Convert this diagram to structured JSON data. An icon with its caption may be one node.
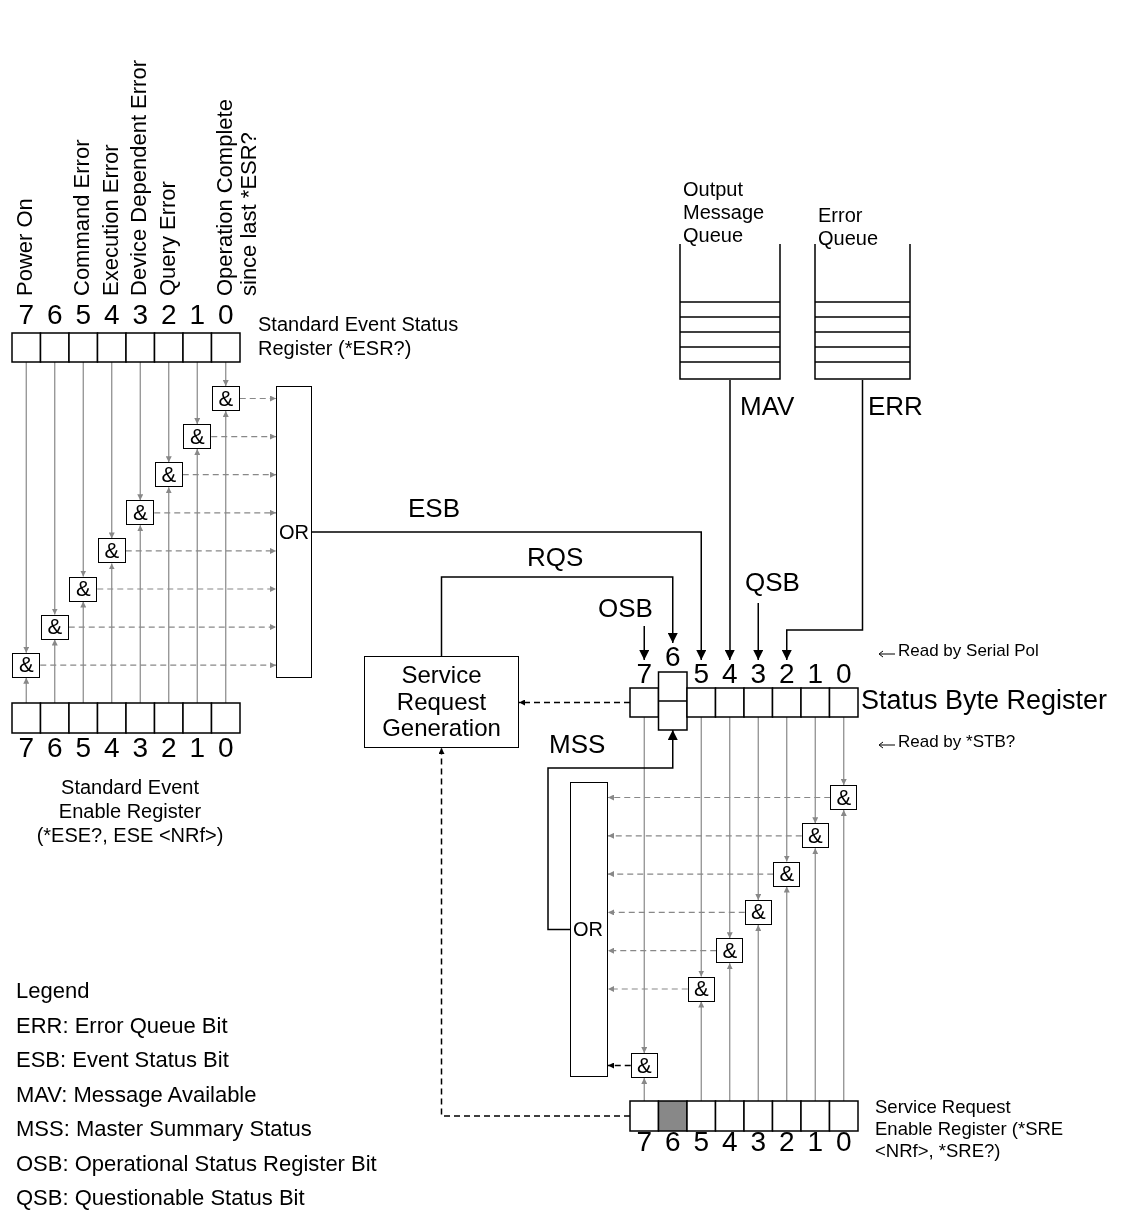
{
  "diagram": {
    "nodes": [
      {
        "text": [
          "Standard Event Status Register (*ESR?)"
        ]
      },
      {
        "text": [
          "Standard Event Enable Register (*ESE?, ESE <NRf>)"
        ]
      },
      {
        "text": [
          "&"
        ]
      },
      {
        "text": [
          "&"
        ]
      },
      {
        "text": [
          "&"
        ]
      },
      {
        "text": [
          "&"
        ]
      },
      {
        "text": [
          "&"
        ]
      },
      {
        "text": [
          "&"
        ]
      },
      {
        "text": [
          "&"
        ]
      },
      {
        "text": [
          "&"
        ]
      },
      {
        "text": [
          "OR"
        ]
      },
      {
        "text": [
          "Output Message Queue"
        ]
      },
      {
        "text": [
          "Error Queue"
        ]
      },
      {
        "text": [
          "Status Byte Register"
        ],
        "beside": [
          "Read by Serial Pol",
          "Read by *STB?"
        ]
      },
      {
        "text": [
          "Service Request Generation"
        ]
      },
      {
        "text": [
          "Service Request Enable Register (*SRE <NRf>, *SRE?)"
        ]
      },
      {
        "text": [
          "&"
        ]
      },
      {
        "text": [
          "&"
        ]
      },
      {
        "text": [
          "&"
        ]
      },
      {
        "text": [
          "&"
        ]
      },
      {
        "text": [
          "&"
        ]
      },
      {
        "text": [
          "&"
        ]
      },
      {
        "text": [
          "&"
        ]
      },
      {
        "text": [
          "OR"
        ]
      }
    ],
    "edges": [
      {
        "from": 0,
        "to": 2,
        "arrow": "to"
      },
      {
        "from": 0,
        "to": 3,
        "arrow": "to"
      },
      {
        "from": 0,
        "to": 4,
        "arrow": "to"
      },
      {
        "from": 0,
        "to": 5,
        "arrow": "to"
      },
      {
        "from": 0,
        "to": 6,
        "arrow": "to"
      },
      {
        "from": 0,
        "to": 7,
        "arrow": "to"
      },
      {
        "from": 0,
        "to": 8,
        "arrow": "to"
      },
      {
        "from": 0,
        "to": 9,
        "arrow": "to"
      },
      {
        "from": 1,
        "to": 2,
        "arrow": "to"
      },
      {
        "from": 1,
        "to": 3,
        "arrow": "to"
      },
      {
        "from": 1,
        "to": 4,
        "arrow": "to"
      },
      {
        "from": 1,
        "to": 5,
        "arrow": "to"
      },
      {
        "from": 1,
        "to": 6,
        "arrow": "to"
      },
      {
        "from": 1,
        "to": 7,
        "arrow": "to"
      },
      {
        "from": 1,
        "to": 8,
        "arrow": "to"
      },
      {
        "from": 1,
        "to": 9,
        "arrow": "to"
      },
      {
        "from": 2,
        "to": 10,
        "arrow": "to",
        "style": "dashed"
      },
      {
        "from": 3,
        "to": 10,
        "arrow": "to",
        "style": "dashed"
      },
      {
        "from": 4,
        "to": 10,
        "arrow": "to",
        "style": "dashed"
      },
      {
        "from": 5,
        "to": 10,
        "arrow": "to",
        "style": "dashed"
      },
      {
        "from": 6,
        "to": 10,
        "arrow": "to",
        "style": "dashed"
      },
      {
        "from": 7,
        "to": 10,
        "arrow": "to",
        "style": "dashed"
      },
      {
        "from": 8,
        "to": 10,
        "arrow": "to",
        "style": "dashed"
      },
      {
        "from": 9,
        "to": 10,
        "arrow": "to",
        "style": "dashed"
      },
      {
        "from": 10,
        "to": 13,
        "arrow": "to",
        "label": "ESB",
        "color": "#000000"
      },
      {
        "from": 11,
        "to": 13,
        "arrow": "to",
        "label": "MAV",
        "color": "#000000"
      },
      {
        "from": 12,
        "to": 13,
        "arrow": "to",
        "label": "ERR",
        "color": "#000000"
      },
      {
        "from": null,
        "to": 13,
        "arrow": "to",
        "label": "QSB",
        "color": "#000000"
      },
      {
        "from": null,
        "to": 13,
        "arrow": "to",
        "label": "OSB",
        "color": "#000000"
      },
      {
        "from": 14,
        "to": 13,
        "arrow": "to",
        "label": "RQS",
        "color": "#000000"
      },
      {
        "from": 13,
        "to": 14,
        "arrow": "to",
        "style": "dashed",
        "color": "#000000"
      },
      {
        "from": 13,
        "to": 16,
        "arrow": "to"
      },
      {
        "from": 13,
        "to": 17,
        "arrow": "to"
      },
      {
        "from": 13,
        "to": 18,
        "arrow": "to"
      },
      {
        "from": 13,
        "to": 19,
        "arrow": "to"
      },
      {
        "from": 13,
        "to": 20,
        "arrow": "to"
      },
      {
        "from": 13,
        "to": 21,
        "arrow": "to"
      },
      {
        "from": 13,
        "to": 22,
        "arrow": "to"
      },
      {
        "from": 15,
        "to": 16,
        "arrow": "to"
      },
      {
        "from": 15,
        "to": 17,
        "arrow": "to"
      },
      {
        "from": 15,
        "to": 18,
        "arrow": "to"
      },
      {
        "from": 15,
        "to": 19,
        "arrow": "to"
      },
      {
        "from": 15,
        "to": 20,
        "arrow": "to"
      },
      {
        "from": 15,
        "to": 21,
        "arrow": "to"
      },
      {
        "from": 15,
        "to": 22,
        "arrow": "to"
      },
      {
        "from": 16,
        "to": 23,
        "arrow": "to",
        "style": "dashed"
      },
      {
        "from": 17,
        "to": 23,
        "arrow": "to",
        "style": "dashed"
      },
      {
        "from": 18,
        "to": 23,
        "arrow": "to",
        "style": "dashed"
      },
      {
        "from": 19,
        "to": 23,
        "arrow": "to",
        "style": "dashed"
      },
      {
        "from": 20,
        "to": 23,
        "arrow": "to",
        "style": "dashed"
      },
      {
        "from": 21,
        "to": 23,
        "arrow": "to",
        "style": "dashed"
      },
      {
        "from": 22,
        "to": 23,
        "arrow": "to",
        "style": "dashed",
        "color": "#000000"
      },
      {
        "from": 23,
        "to": 13,
        "arrow": "to",
        "label": "MSS",
        "color": "#000000"
      },
      {
        "from": 15,
        "to": 14,
        "arrow": "to",
        "style": "dashed",
        "color": "#000000"
      }
    ],
    "labels": [
      "Power On",
      "Command Error",
      "Execution Error",
      "Device Dependent Error",
      "Query Error",
      "Operation Complete since last *ESR?",
      "7",
      "6",
      "5",
      "4",
      "3",
      "2",
      "1",
      "0",
      "7",
      "6",
      "5",
      "4",
      "3",
      "2",
      "1",
      "0",
      "7",
      "6",
      "5",
      "4",
      "3",
      "2",
      "1",
      "0",
      "7",
      "6",
      "5",
      "4",
      "3",
      "2",
      "1",
      "0",
      "Legend",
      "ERR: Error Queue Bit",
      "ESB: Event Status Bit",
      "MAV: Message Available",
      "MSS: Master Summary Status",
      "OSB: Operational Status Register Bit",
      "QSB: Questionable Status Bit"
    ]
  }
}
